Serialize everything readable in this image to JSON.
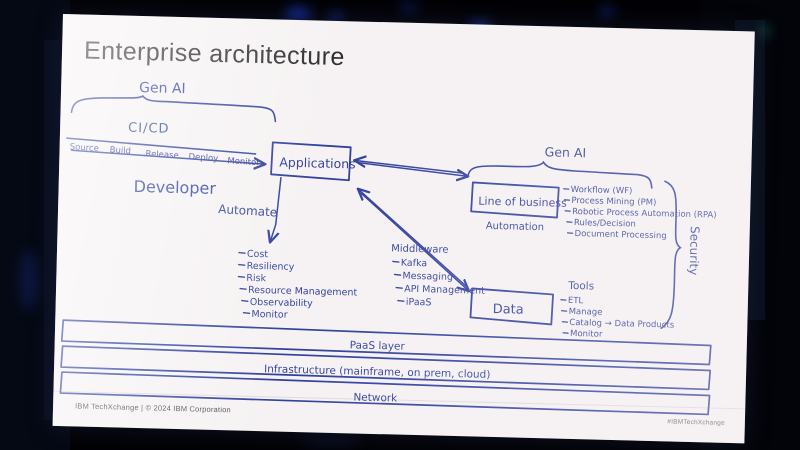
{
  "slide": {
    "title": "Enterprise architecture",
    "footer_left": "IBM TechXchange | © 2024 IBM Corporation",
    "footer_right": "#IBMTechXchange",
    "ink_color": "#2f3f9e",
    "paper_color": "#f6f2f3"
  },
  "annotations": {
    "gen_ai_left": "Gen AI",
    "gen_ai_right": "Gen AI",
    "ci_cd": "CI/CD",
    "developer": "Developer",
    "automate": "Automate",
    "automation": "Automation",
    "security": "Security",
    "middleware_heading": "Middleware",
    "tools_heading": "Tools"
  },
  "pipeline": {
    "stages": [
      "Source",
      "Build",
      "Release",
      "Deploy",
      "Monitor"
    ]
  },
  "boxes": {
    "applications": "Applications",
    "line_of_business": "Line of business",
    "data": "Data"
  },
  "lists": {
    "nonfunctional": [
      "Cost",
      "Resiliency",
      "Risk",
      "Resource Management",
      "Observability",
      "Monitor"
    ],
    "middleware": [
      "Kafka",
      "Messaging",
      "API Management",
      "iPaaS"
    ],
    "automation": [
      "Workflow (WF)",
      "Process Mining (PM)",
      "Robotic Process Automation (RPA)",
      "Rules/Decision",
      "Document Processing"
    ],
    "tools": [
      "ETL",
      "Manage",
      "Catalog → Data Products",
      "Monitor"
    ]
  },
  "layers": [
    "PaaS layer",
    "Infrastructure (mainframe, on prem, cloud)",
    "Network"
  ]
}
